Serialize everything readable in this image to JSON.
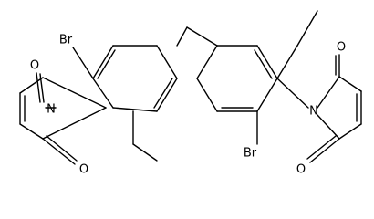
{
  "molecule": {
    "atom_labels": {
      "br_left": "Br",
      "br_right": "Br",
      "n_left": "N",
      "n_right": "N",
      "o_left_top": "O",
      "o_left_bottom": "O",
      "o_right_top": "O",
      "o_right_bottom": "O"
    },
    "colors": {
      "bond": "#000000",
      "label": "#000000",
      "background": "#ffffff"
    }
  }
}
